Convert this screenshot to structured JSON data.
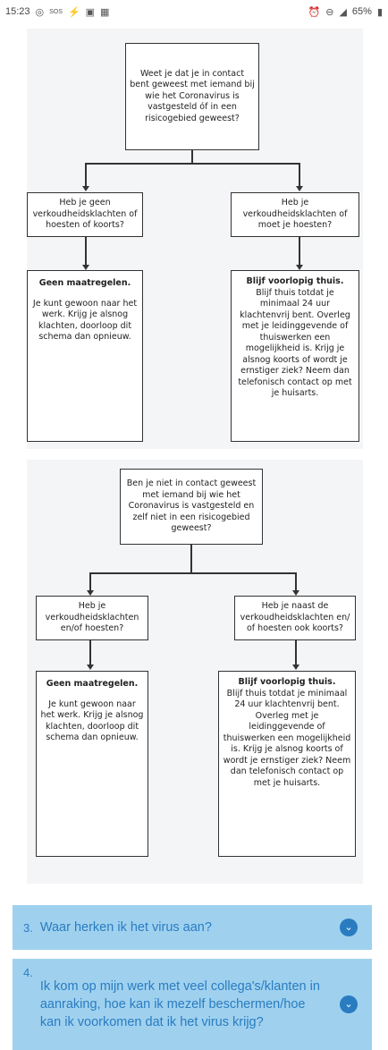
{
  "status_bar": {
    "time": "15:23",
    "left_icons": [
      "whatsapp-icon",
      "sos-icon",
      "bolt-icon",
      "sim-icon",
      "image-icon"
    ],
    "battery": "65%"
  },
  "flow1": {
    "question": "Weet je dat je in contact bent geweest met iemand bij wie het Coronavirus is vastgesteld óf in een risicogebied geweest?",
    "left_q": "Heb je geen verkoudheidsklachten of hoesten of koorts?",
    "right_q": "Heb je verkoudheidsklachten of moet je hoesten?",
    "left_a_title": "Geen maatregelen.",
    "left_a_body": "Je kunt gewoon naar het werk. Krijg je alsnog klachten, doorloop dit schema dan opnieuw.",
    "right_a_title": "Blijf voorlopig thuis.",
    "right_a_body": "Blijf thuis totdat je minimaal 24 uur klachtenvrij bent. Overleg met je leidinggevende of thuiswerken een mogelijkheid is. Krijg je alsnog koorts of wordt je ernstiger ziek? Neem dan telefonisch contact op met je huisarts."
  },
  "flow2": {
    "question": "Ben je niet in contact geweest met iemand bij wie het Coronavirus is vastgesteld en zelf niet in een risicogebied geweest?",
    "left_q": "Heb je verkoudheidsklachten en/of hoesten?",
    "right_q": "Heb je naast de verkoudheidsklachten en/ of hoesten ook koorts?",
    "left_a_title": "Geen maatregelen.",
    "left_a_body": "Je kunt gewoon naar het werk. Krijg je alsnog klachten, doorloop dit schema dan opnieuw.",
    "right_a_title": "Blijf voorlopig thuis.",
    "right_a_body": "Blijf thuis totdat je minimaal 24 uur klachtenvrij bent. Overleg met je leidinggevende of thuiswerken een mogelijkheid is. Krijg je alsnog koorts of wordt je ernstiger ziek? Neem dan telefonisch contact op met je huisarts."
  },
  "accordion": [
    {
      "number": "3.",
      "title": "Waar herken ik het virus aan?"
    },
    {
      "number": "4.",
      "title": "Ik kom op mijn werk met veel collega's/klanten in aanraking, hoe kan ik mezelf beschermen/hoe kan ik voorkomen dat ik het virus krijg?"
    }
  ],
  "colors": {
    "accent": "#2a7cc0",
    "accordion_bg": "#9fd1ef",
    "panel_bg": "#f4f5f7"
  }
}
